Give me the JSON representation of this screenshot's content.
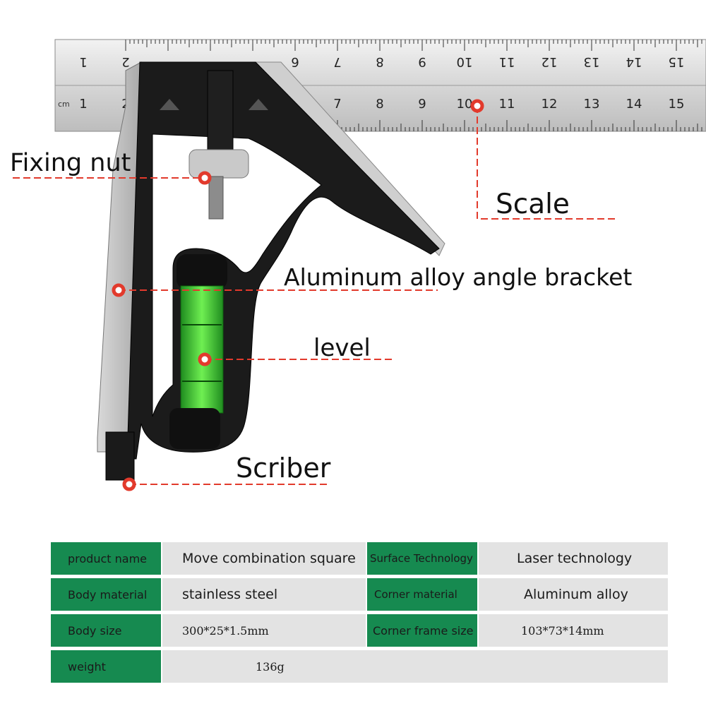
{
  "callouts": {
    "fixing_nut": "Fixing nut",
    "scale": "Scale",
    "bracket": "Aluminum alloy angle bracket",
    "level": "level",
    "scriber": "Scriber"
  },
  "ruler": {
    "unit": "cm",
    "bottom_numbers": [
      "1",
      "2",
      "7",
      "8",
      "9",
      "10",
      "11",
      "12",
      "13",
      "14",
      "15"
    ],
    "top_numbers": [
      "1",
      "2",
      "6",
      "7",
      "8",
      "9",
      "10",
      "11",
      "12",
      "13",
      "14",
      "15"
    ]
  },
  "specs": [
    {
      "label": "product name",
      "value": "Move combination square",
      "label2": "Surface Technology",
      "value2": "Laser technology"
    },
    {
      "label": "Body material",
      "value": "stainless steel",
      "label2": "Corner material",
      "value2": "Aluminum alloy"
    },
    {
      "label": "Body size",
      "value": "300*25*1.5mm",
      "label2": "Corner frame size",
      "value2": "103*73*14mm"
    },
    {
      "label": "weight",
      "value": "136g"
    }
  ],
  "colors": {
    "label_green": "#168a50",
    "value_grey": "#e3e3e3",
    "marker_red": "#e23a2c",
    "level_green": "#3ed43a"
  }
}
